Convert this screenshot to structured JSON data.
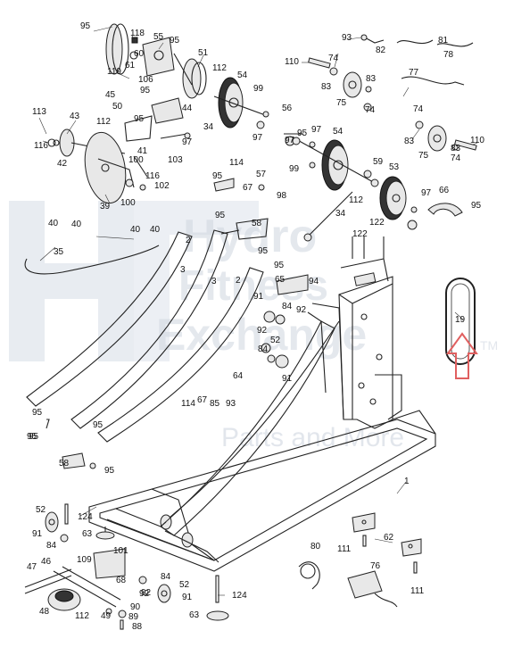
{
  "watermark": {
    "lines": [
      "Hydro",
      "Fitness",
      "Exchange"
    ],
    "tm": "TM",
    "tagline": "Parts and More",
    "color": "#c9d2dd"
  },
  "accent": {
    "arrow": "#e06060"
  },
  "labels": [
    {
      "id": "l95a",
      "text": "95"
    },
    {
      "id": "l118",
      "text": "118"
    },
    {
      "id": "l55",
      "text": "55"
    },
    {
      "id": "l95b",
      "text": "95"
    },
    {
      "id": "l60",
      "text": "60"
    },
    {
      "id": "l61",
      "text": "61"
    },
    {
      "id": "l106",
      "text": "106"
    },
    {
      "id": "l51",
      "text": "51"
    },
    {
      "id": "l119",
      "text": "119"
    },
    {
      "id": "l112a",
      "text": "112"
    },
    {
      "id": "l45",
      "text": "45"
    },
    {
      "id": "l50",
      "text": "50"
    },
    {
      "id": "l44",
      "text": "44"
    },
    {
      "id": "l95c",
      "text": "95"
    },
    {
      "id": "l54a",
      "text": "54"
    },
    {
      "id": "l99a",
      "text": "99"
    },
    {
      "id": "l97a",
      "text": "97"
    },
    {
      "id": "l113",
      "text": "113"
    },
    {
      "id": "l43",
      "text": "43"
    },
    {
      "id": "l112b",
      "text": "112"
    },
    {
      "id": "l95d",
      "text": "95"
    },
    {
      "id": "l34a",
      "text": "34"
    },
    {
      "id": "l116a",
      "text": "116"
    },
    {
      "id": "l41",
      "text": "41"
    },
    {
      "id": "l42",
      "text": "42"
    },
    {
      "id": "l103",
      "text": "103"
    },
    {
      "id": "l97b",
      "text": "97"
    },
    {
      "id": "l56",
      "text": "56"
    },
    {
      "id": "l100a",
      "text": "100"
    },
    {
      "id": "l116b",
      "text": "116"
    },
    {
      "id": "l102",
      "text": "102"
    },
    {
      "id": "l39",
      "text": "39"
    },
    {
      "id": "l100b",
      "text": "100"
    },
    {
      "id": "l93a",
      "text": "93"
    },
    {
      "id": "l82",
      "text": "82"
    },
    {
      "id": "l81",
      "text": "81"
    },
    {
      "id": "l78",
      "text": "78"
    },
    {
      "id": "l110a",
      "text": "110"
    },
    {
      "id": "l74a",
      "text": "74"
    },
    {
      "id": "l83a",
      "text": "83"
    },
    {
      "id": "l77",
      "text": "77"
    },
    {
      "id": "l75a",
      "text": "75"
    },
    {
      "id": "l83b",
      "text": "83"
    },
    {
      "id": "l74b",
      "text": "74"
    },
    {
      "id": "l97c",
      "text": "97"
    },
    {
      "id": "l95e",
      "text": "95"
    },
    {
      "id": "l74c",
      "text": "74"
    },
    {
      "id": "l83c",
      "text": "83"
    },
    {
      "id": "l75b",
      "text": "75"
    },
    {
      "id": "l83d",
      "text": "83"
    },
    {
      "id": "l74d",
      "text": "74"
    },
    {
      "id": "l110b",
      "text": "110"
    },
    {
      "id": "l97d",
      "text": "97"
    },
    {
      "id": "l54b",
      "text": "54"
    },
    {
      "id": "l99b",
      "text": "99"
    },
    {
      "id": "l59",
      "text": "59"
    },
    {
      "id": "l53",
      "text": "53"
    },
    {
      "id": "l114",
      "text": "114"
    },
    {
      "id": "l57",
      "text": "57"
    },
    {
      "id": "l95f",
      "text": "95"
    },
    {
      "id": "l67a",
      "text": "67"
    },
    {
      "id": "l98",
      "text": "98"
    },
    {
      "id": "l112c",
      "text": "112"
    },
    {
      "id": "l97e",
      "text": "97"
    },
    {
      "id": "l66",
      "text": "66"
    },
    {
      "id": "l95g",
      "text": "95"
    },
    {
      "id": "l40a",
      "text": "40"
    },
    {
      "id": "l40b",
      "text": "40"
    },
    {
      "id": "l40c",
      "text": "40"
    },
    {
      "id": "l40d",
      "text": "40"
    },
    {
      "id": "l95h",
      "text": "95"
    },
    {
      "id": "l34b",
      "text": "34"
    },
    {
      "id": "l122a",
      "text": "122"
    },
    {
      "id": "l122b",
      "text": "122"
    },
    {
      "id": "l58a",
      "text": "58"
    },
    {
      "id": "l35",
      "text": "35"
    },
    {
      "id": "l2a",
      "text": "2"
    },
    {
      "id": "l3a",
      "text": "3"
    },
    {
      "id": "l3b",
      "text": "3"
    },
    {
      "id": "l2b",
      "text": "2"
    },
    {
      "id": "l95i",
      "text": "95"
    },
    {
      "id": "l95j",
      "text": "95"
    },
    {
      "id": "l65",
      "text": "65"
    },
    {
      "id": "l94",
      "text": "94"
    },
    {
      "id": "l91a",
      "text": "91"
    },
    {
      "id": "l84a",
      "text": "84"
    },
    {
      "id": "l92a",
      "text": "92"
    },
    {
      "id": "l19",
      "text": "19"
    },
    {
      "id": "l92b",
      "text": "92"
    },
    {
      "id": "l52a",
      "text": "52"
    },
    {
      "id": "l84b",
      "text": "84"
    },
    {
      "id": "l91b",
      "text": "91"
    },
    {
      "id": "l64",
      "text": "64"
    },
    {
      "id": "l93b",
      "text": "93"
    },
    {
      "id": "l114b",
      "text": "114"
    },
    {
      "id": "l67b",
      "text": "67"
    },
    {
      "id": "l85",
      "text": "85"
    },
    {
      "id": "l95k",
      "text": "95"
    },
    {
      "id": "l95l",
      "text": "95"
    },
    {
      "id": "l95m",
      "text": "95"
    },
    {
      "id": "l95n",
      "text": "95"
    },
    {
      "id": "l58b",
      "text": "58"
    },
    {
      "id": "l95o",
      "text": "95"
    },
    {
      "id": "l1",
      "text": "1"
    },
    {
      "id": "l52b",
      "text": "52"
    },
    {
      "id": "l124a",
      "text": "124"
    },
    {
      "id": "l91c",
      "text": "91"
    },
    {
      "id": "l84c",
      "text": "84"
    },
    {
      "id": "l63a",
      "text": "63"
    },
    {
      "id": "l101",
      "text": "101"
    },
    {
      "id": "l92c",
      "text": "92"
    },
    {
      "id": "l47",
      "text": "47"
    },
    {
      "id": "l46",
      "text": "46"
    },
    {
      "id": "l109",
      "text": "109"
    },
    {
      "id": "l68",
      "text": "68"
    },
    {
      "id": "l84d",
      "text": "84"
    },
    {
      "id": "l52c",
      "text": "52"
    },
    {
      "id": "l92d",
      "text": "92"
    },
    {
      "id": "l91d",
      "text": "91"
    },
    {
      "id": "l48",
      "text": "48"
    },
    {
      "id": "l112d",
      "text": "112"
    },
    {
      "id": "l49",
      "text": "49"
    },
    {
      "id": "l90",
      "text": "90"
    },
    {
      "id": "l89",
      "text": "89"
    },
    {
      "id": "l88",
      "text": "88"
    },
    {
      "id": "l124b",
      "text": "124"
    },
    {
      "id": "l63b",
      "text": "63"
    },
    {
      "id": "l80",
      "text": "80"
    },
    {
      "id": "l76",
      "text": "76"
    },
    {
      "id": "l62",
      "text": "62"
    },
    {
      "id": "l111a",
      "text": "111"
    },
    {
      "id": "l111b",
      "text": "111"
    }
  ]
}
